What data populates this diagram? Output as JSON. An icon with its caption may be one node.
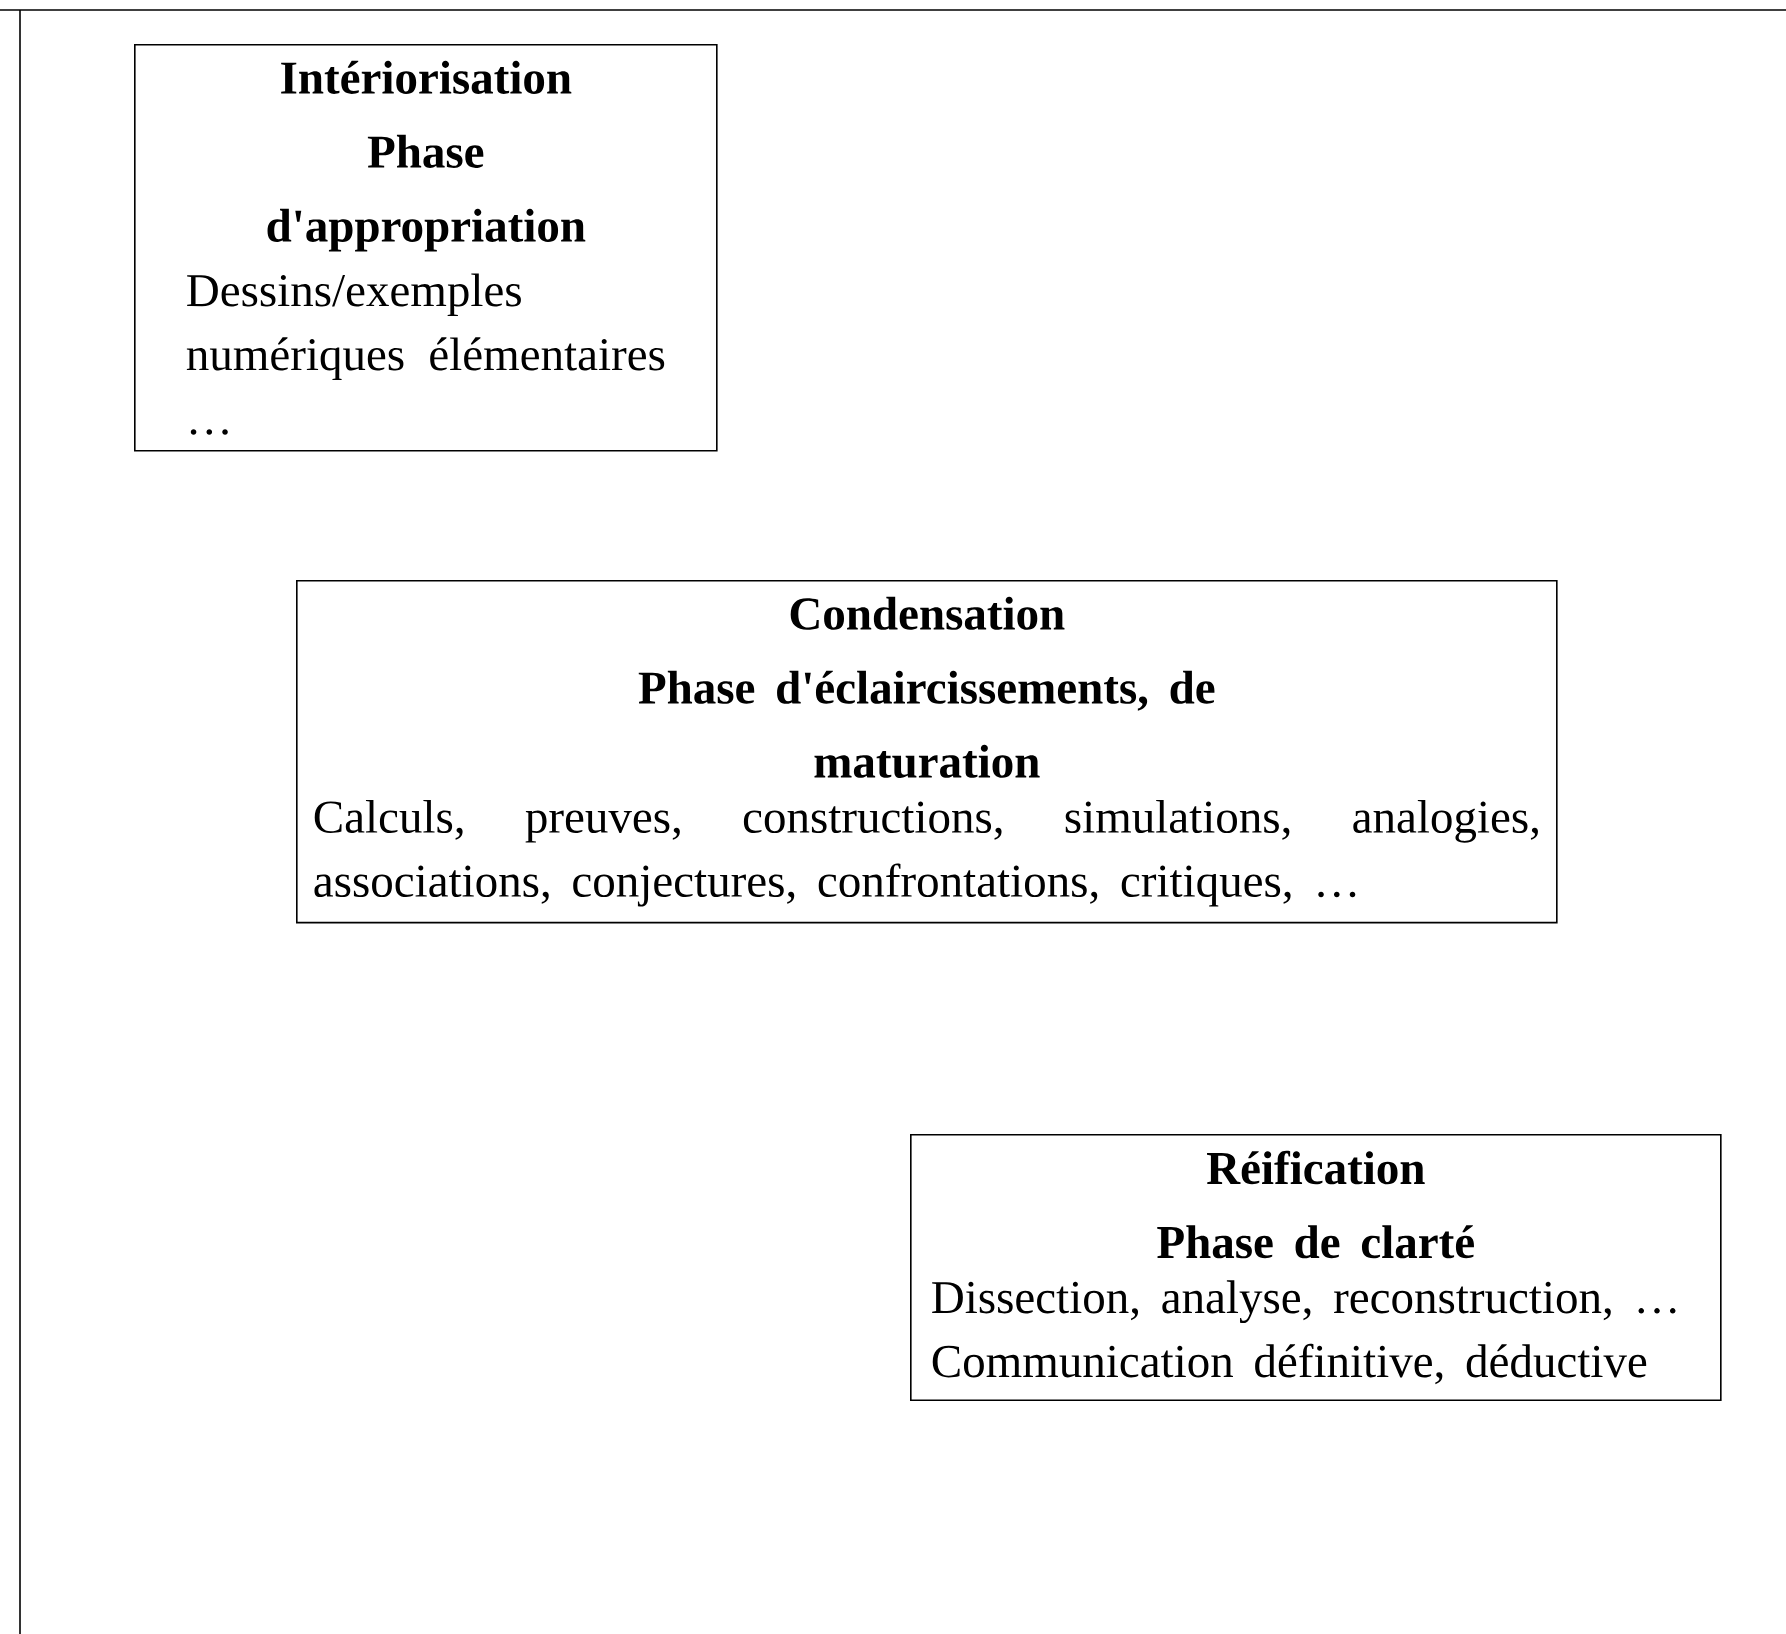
{
  "diagram": {
    "nodes": [
      {
        "text": [
          "Intériorisation",
          "Phase d'appropriation",
          "Dessins/exemples numériques élémentaires …"
        ]
      },
      {
        "text": [
          "Condensation",
          "Phase d'éclaircissements, de maturation",
          "Calculs, preuves, constructions, simulations, analogies, associations, conjectures, confrontations, critiques, …"
        ]
      },
      {
        "text": [
          "Réification",
          "Phase de clarté",
          "Dissection, analyse, reconstruction, …",
          "Communication définitive, déductive"
        ]
      }
    ]
  }
}
